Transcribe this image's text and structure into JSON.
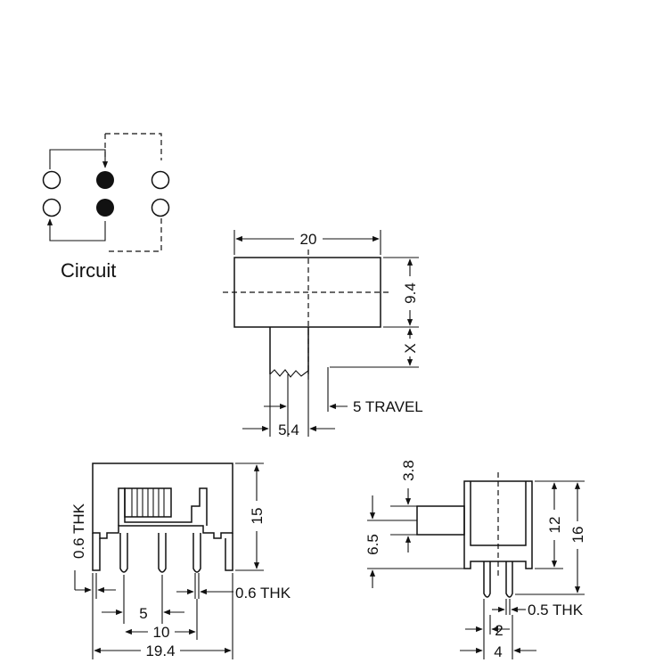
{
  "circuit": {
    "label": "Circuit"
  },
  "top_view": {
    "width": "20",
    "height": "9.4",
    "x_label": "X",
    "travel": "5 TRAVEL",
    "actuator_width": "5.4"
  },
  "front_view": {
    "height": "15",
    "thk_left": "0.6 THK",
    "thk_right": "0.6 THK",
    "pitch": "5",
    "span": "10",
    "overall": "19.4"
  },
  "side_view": {
    "actuator_len": "3.8",
    "actuator_offset": "6.5",
    "body_height": "12",
    "overall_height": "16",
    "thk": "0.5 THK",
    "pin_gap": "2",
    "overall_width": "4"
  },
  "colors": {
    "line": "#111111",
    "background": "#ffffff"
  }
}
